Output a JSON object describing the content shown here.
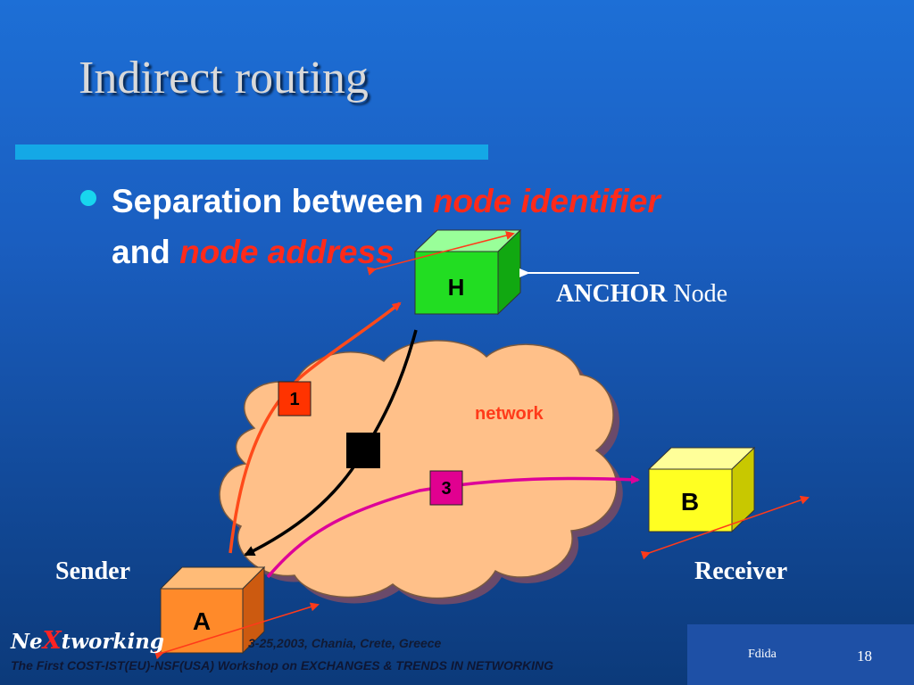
{
  "slide": {
    "title": "Indirect routing",
    "bullet": {
      "text_1": "Separation between",
      "highlight_1": "node identifier",
      "text_2": "and",
      "highlight_2": "node address"
    }
  },
  "diagram": {
    "nodes": {
      "H": "H",
      "A": "A",
      "B": "B"
    },
    "cloud_label": "network",
    "steps": [
      "1",
      "3"
    ],
    "anchor_bold": "ANCHOR",
    "anchor_rest": "Node",
    "sender_label": "Sender",
    "receiver_label": "Receiver",
    "colors": {
      "cloud": "#ffc089",
      "node_h": "#22dd22",
      "node_a": "#ff8a2a",
      "node_b": "#ffff22",
      "path_1": "#ff4a1a",
      "path_3": "#dd0099",
      "path_2": "#000000",
      "step_1_box": "#ff3300",
      "step_3_box": "#e10090",
      "address_arrow": "#ff2a1a"
    }
  },
  "footer": {
    "logo_prefix": "Ne",
    "logo_x": "X",
    "logo_suffix": "tworking",
    "date_location": "3-25,2003, Chania, Crete, Greece",
    "workshop": "The First COST-IST(EU)-NSF(USA) Workshop on EXCHANGES & TRENDS IN NETWORKING",
    "author": "Fdida",
    "page_number": "18"
  }
}
